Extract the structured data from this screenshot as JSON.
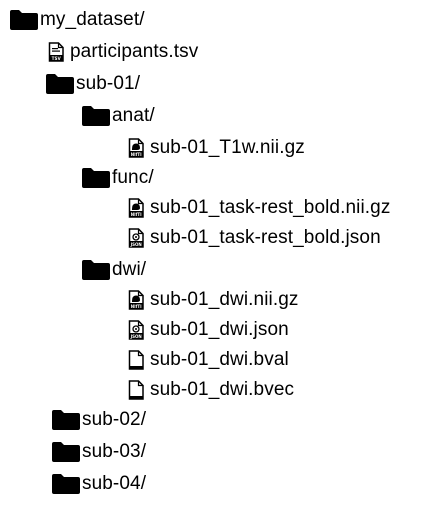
{
  "tree": [
    {
      "name": "my_dataset/",
      "kind": "folder",
      "icon": "folder-icon"
    },
    {
      "name": "participants.tsv",
      "kind": "file",
      "icon": "tsv-file-icon",
      "badge": "TSV"
    },
    {
      "name": "sub-01/",
      "kind": "folder",
      "icon": "folder-icon"
    },
    {
      "name": "anat/",
      "kind": "folder",
      "icon": "folder-icon"
    },
    {
      "name": "sub-01_T1w.nii.gz",
      "kind": "file",
      "icon": "nifti-file-icon",
      "badge": "NIfTI"
    },
    {
      "name": "func/",
      "kind": "folder",
      "icon": "folder-icon"
    },
    {
      "name": "sub-01_task-rest_bold.nii.gz",
      "kind": "file",
      "icon": "nifti-file-icon",
      "badge": "NIfTI"
    },
    {
      "name": "sub-01_task-rest_bold.json",
      "kind": "file",
      "icon": "json-file-icon",
      "badge": "JSON"
    },
    {
      "name": "dwi/",
      "kind": "folder",
      "icon": "folder-icon"
    },
    {
      "name": "sub-01_dwi.nii.gz",
      "kind": "file",
      "icon": "nifti-file-icon",
      "badge": "NIfTI"
    },
    {
      "name": "sub-01_dwi.json",
      "kind": "file",
      "icon": "json-file-icon",
      "badge": "JSON"
    },
    {
      "name": "sub-01_dwi.bval",
      "kind": "file",
      "icon": "blank-file-icon"
    },
    {
      "name": "sub-01_dwi.bvec",
      "kind": "file",
      "icon": "blank-file-icon"
    },
    {
      "name": "sub-02/",
      "kind": "folder",
      "icon": "folder-icon"
    },
    {
      "name": "sub-03/",
      "kind": "folder",
      "icon": "folder-icon"
    },
    {
      "name": "sub-04/",
      "kind": "folder",
      "icon": "folder-icon"
    }
  ]
}
